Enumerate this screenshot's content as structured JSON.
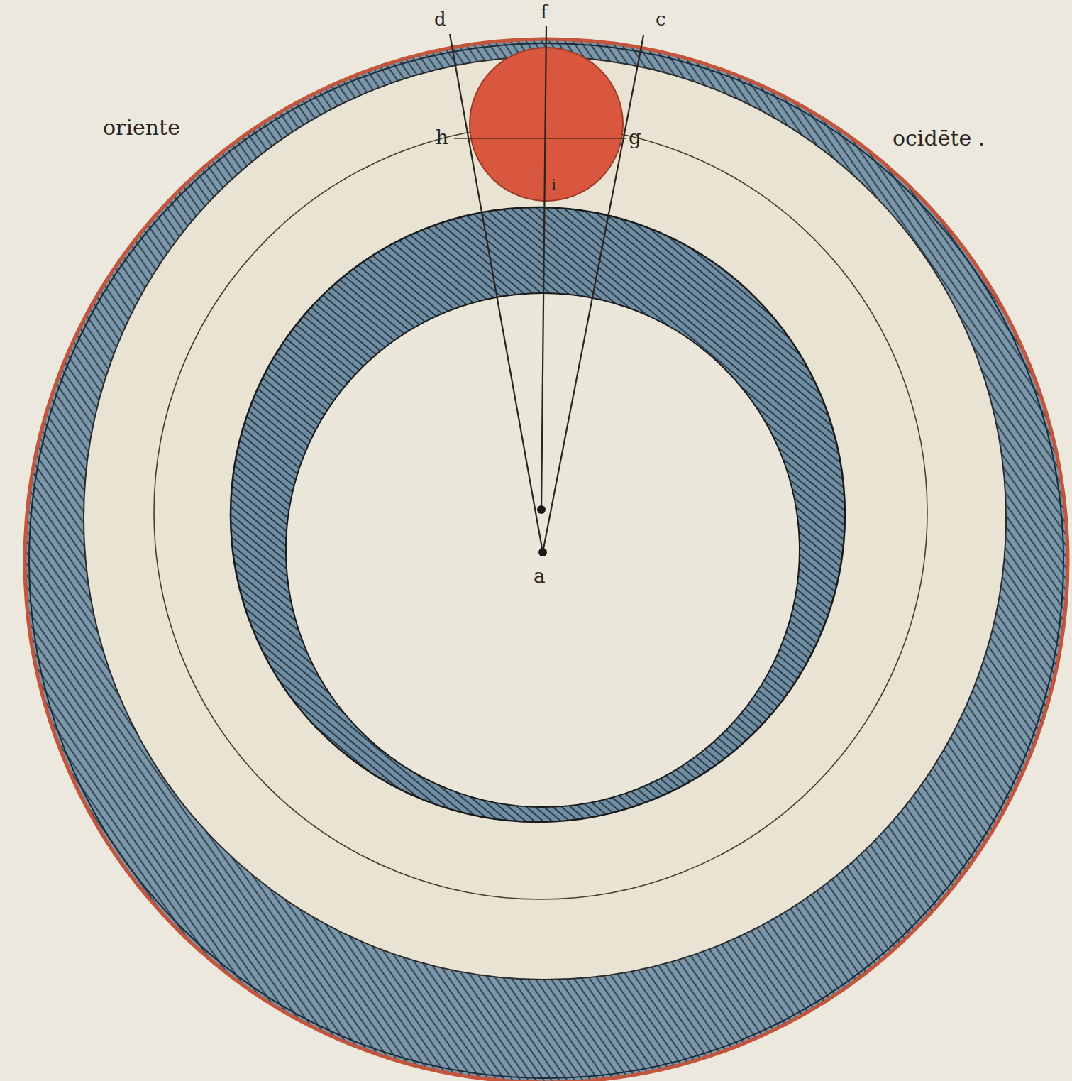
{
  "diagram": {
    "labels": [
      "oriente",
      "ocidēte .",
      "d",
      "f",
      "c",
      "h",
      "g",
      "i",
      "a"
    ]
  }
}
